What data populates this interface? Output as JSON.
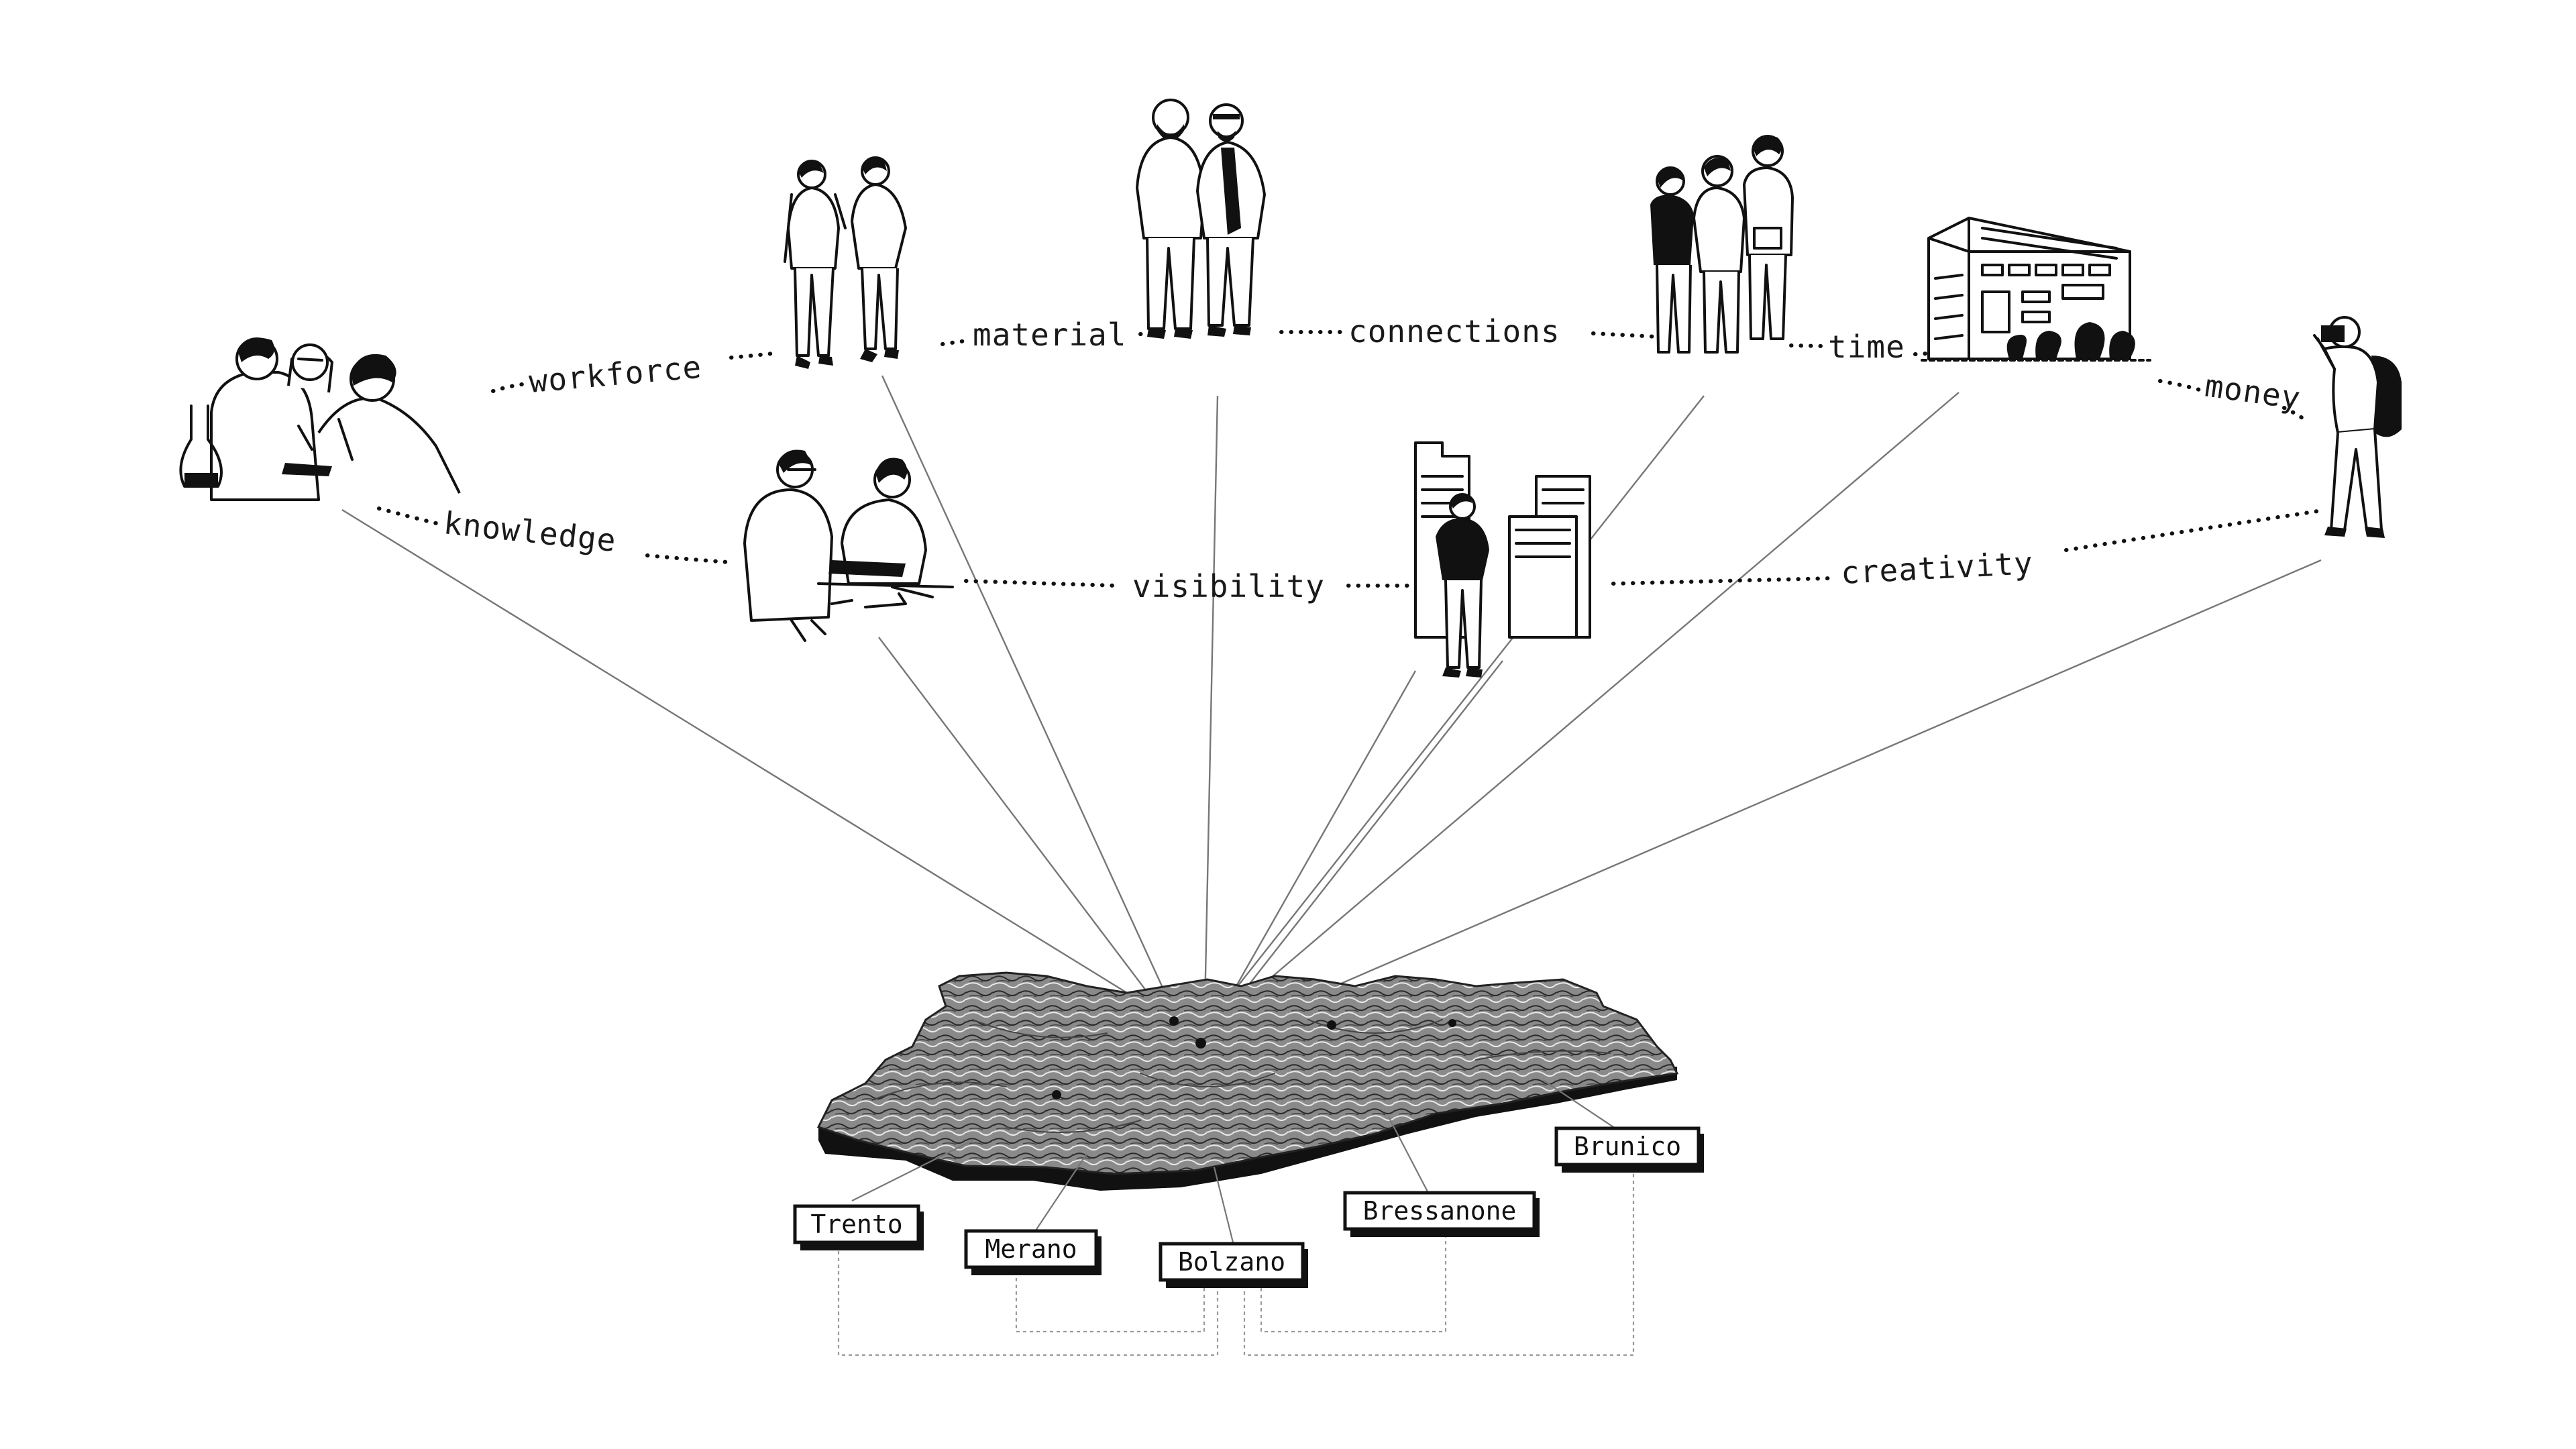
{
  "concepts": {
    "workforce": "workforce",
    "material": "material",
    "connections": "connections",
    "time": "time",
    "money": "money",
    "knowledge": "knowledge",
    "visibility": "visibility",
    "creativity": "creativity"
  },
  "cities": {
    "trento": "Trento",
    "merano": "Merano",
    "bolzano": "Bolzano",
    "bressanone": "Bressanone",
    "brunico": "Brunico"
  },
  "icons": {
    "lab": "scientists-lab-icon",
    "students": "students-icon",
    "bearded_men": "two-men-icon",
    "group": "group-of-three-icon",
    "building": "campus-building-icon",
    "photographer": "tourist-photographer-icon",
    "craftsmen": "craftsmen-icon",
    "businessman": "businessman-buildings-icon",
    "map": "relief-map-icon"
  }
}
